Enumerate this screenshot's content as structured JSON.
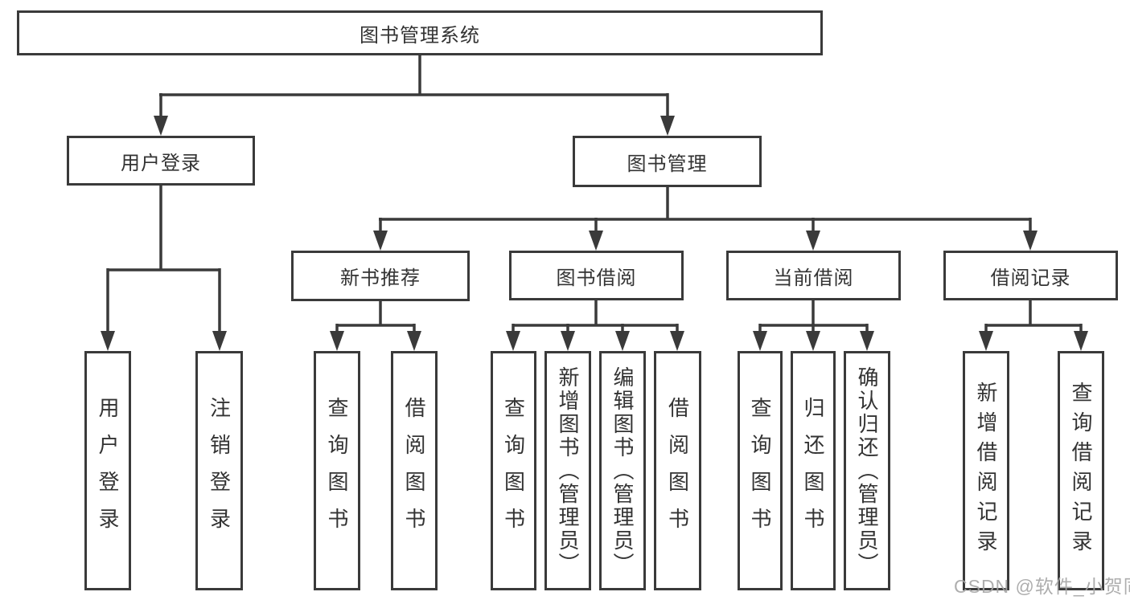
{
  "diagram_title": "图书管理系统",
  "tree": {
    "label": "图书管理系统",
    "children": [
      {
        "label": "用户登录",
        "children": [
          {
            "label": "用户登录"
          },
          {
            "label": "注销登录"
          }
        ]
      },
      {
        "label": "图书管理",
        "children": [
          {
            "label": "新书推荐",
            "children": [
              {
                "label": "查询图书"
              },
              {
                "label": "借阅图书"
              }
            ]
          },
          {
            "label": "图书借阅",
            "children": [
              {
                "label": "查询图书"
              },
              {
                "label": "新增图书（管理员）"
              },
              {
                "label": "编辑图书（管理员）"
              },
              {
                "label": "借阅图书"
              }
            ]
          },
          {
            "label": "当前借阅",
            "children": [
              {
                "label": "查询图书"
              },
              {
                "label": "归还图书"
              },
              {
                "label": "确认归还（管理员）"
              }
            ]
          },
          {
            "label": "借阅记录",
            "children": [
              {
                "label": "新增借阅记录"
              },
              {
                "label": "查询借阅记录"
              }
            ]
          }
        ]
      }
    ]
  },
  "colors": {
    "line": "#3a3a3a",
    "text": "#333333",
    "background": "#ffffff",
    "watermark": "#a5a5a5"
  },
  "watermark": "CSDN @软件_小贺同学"
}
